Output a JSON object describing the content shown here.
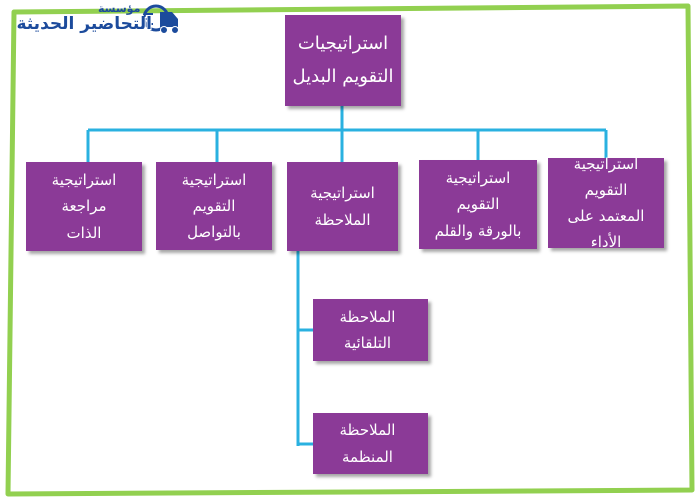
{
  "watermark": {
    "top_text": "مؤسسة",
    "main_text": "التحاضير الحديثة"
  },
  "diagram": {
    "root": "استراتيجيات\nالتقويم البديل",
    "children": [
      "استراتيجية التقويم\nالمعتمد على الأداء",
      "استراتيجية التقويم\nبالورقة والقلم",
      "استراتيجية\nالملاحظة",
      "استراتيجية التقويم\nبالتواصل",
      "استراتيجية مراجعة\nالذات"
    ],
    "observation_types": [
      "الملاحظة التلقائية",
      "الملاحظة المنظمة"
    ]
  },
  "colors": {
    "frame": "#92d050",
    "node_fill": "#8b3a97",
    "node_text": "#ffffff",
    "connector": "#2ab1e0",
    "logo": "#1c4b9c"
  },
  "icons": [
    "delivery-truck-icon"
  ]
}
